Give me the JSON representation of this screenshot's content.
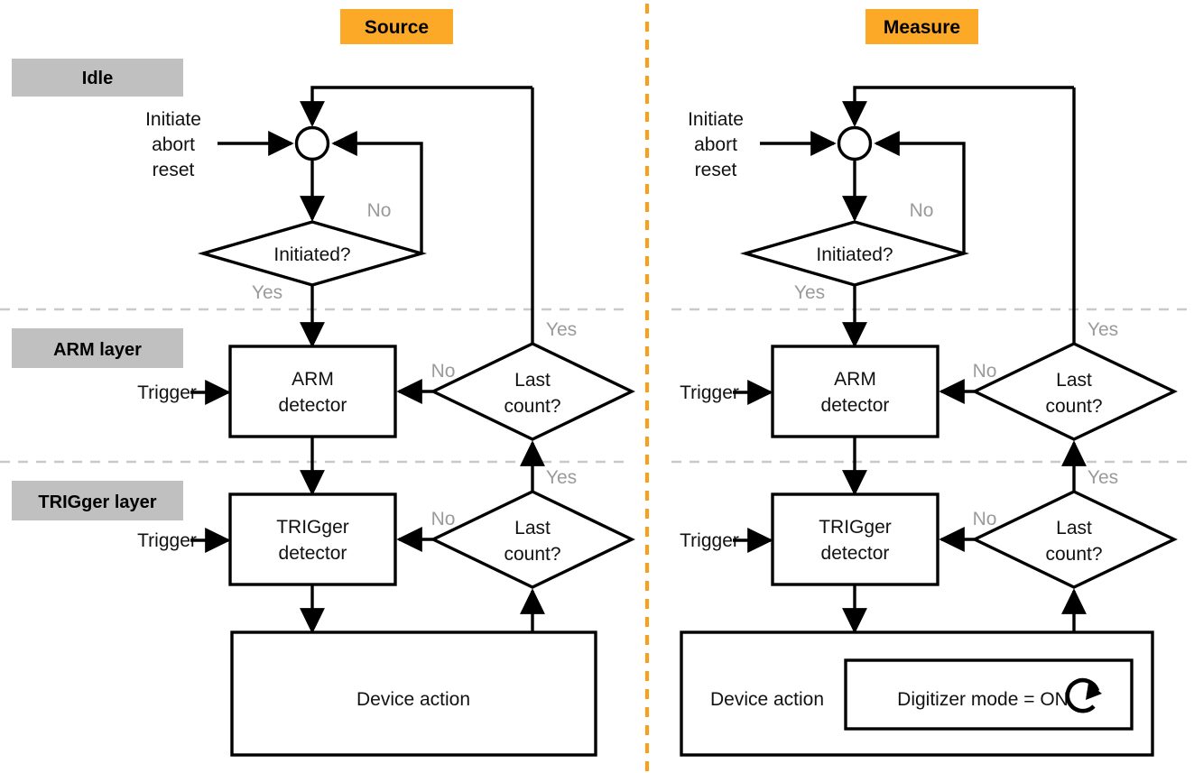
{
  "diagram": {
    "title_bars": [
      {
        "id": "source",
        "label": "Source",
        "color": "#fba927"
      },
      {
        "id": "measure",
        "label": "Measure",
        "color": "#fba927"
      }
    ],
    "layer_labels": [
      {
        "id": "idle",
        "label": "Idle",
        "color": "#c0c0c0"
      },
      {
        "id": "arm",
        "label": "ARM layer",
        "color": "#c0c0c0"
      },
      {
        "id": "trigger",
        "label": "TRIGger layer",
        "color": "#c0c0c0"
      }
    ],
    "divider_color": "#f5a01f",
    "separator_color": "#c9c9c9",
    "panels": [
      {
        "id": "source-panel",
        "header": "Source",
        "inputs": {
          "idle_input": "Initiate\nabort\nreset",
          "idle_input_lines": [
            "Initiate",
            "abort",
            "reset"
          ],
          "arm_trigger": "Trigger",
          "trig_trigger": "Trigger"
        },
        "nodes": {
          "junction": "junction-circle",
          "initiated": "Initiated?",
          "arm_detector_line1": "ARM",
          "arm_detector_line2": "detector",
          "trigger_detector_line1": "TRIGger",
          "trigger_detector_line2": "detector",
          "arm_last_count_line1": "Last",
          "arm_last_count_line2": "count?",
          "trig_last_count_line1": "Last",
          "trig_last_count_line2": "count?",
          "device_action": "Device action"
        },
        "edge_labels": {
          "initiated_no": "No",
          "initiated_yes": "Yes",
          "arm_last_no": "No",
          "arm_last_yes": "Yes",
          "trig_last_no": "No",
          "trig_last_yes": "Yes"
        }
      },
      {
        "id": "measure-panel",
        "header": "Measure",
        "inputs": {
          "idle_input": "Initiate\nabort\nreset",
          "idle_input_lines": [
            "Initiate",
            "abort",
            "reset"
          ],
          "arm_trigger": "Trigger",
          "trig_trigger": "Trigger"
        },
        "nodes": {
          "junction": "junction-circle",
          "initiated": "Initiated?",
          "arm_detector_line1": "ARM",
          "arm_detector_line2": "detector",
          "trigger_detector_line1": "TRIGger",
          "trigger_detector_line2": "detector",
          "arm_last_count_line1": "Last",
          "arm_last_count_line2": "count?",
          "trig_last_count_line1": "Last",
          "trig_last_count_line2": "count?",
          "device_action": "Device action",
          "digitizer": "Digitizer mode = ON",
          "digitizer_icon": "loop-arrow-icon"
        },
        "edge_labels": {
          "initiated_no": "No",
          "initiated_yes": "Yes",
          "arm_last_no": "No",
          "arm_last_yes": "Yes",
          "trig_last_no": "No",
          "trig_last_yes": "Yes"
        }
      }
    ]
  }
}
